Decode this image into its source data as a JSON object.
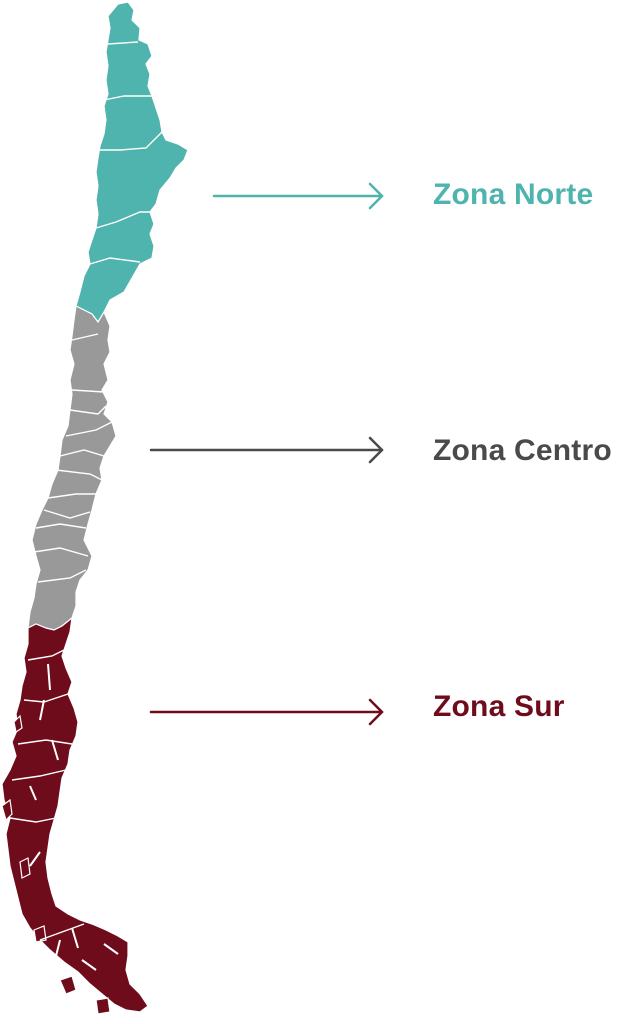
{
  "zones": [
    {
      "id": "norte",
      "label": "Zona Norte",
      "color": "#4fb3ae"
    },
    {
      "id": "centro",
      "label": "Zona Centro",
      "color": "#4a4a4a"
    },
    {
      "id": "sur",
      "label": "Zona Sur",
      "color": "#6e0c1c"
    }
  ],
  "map_colors": {
    "norte_fill": "#4fb3ae",
    "centro_fill": "#999999",
    "sur_fill": "#6e0c1c",
    "border": "#ffffff"
  }
}
